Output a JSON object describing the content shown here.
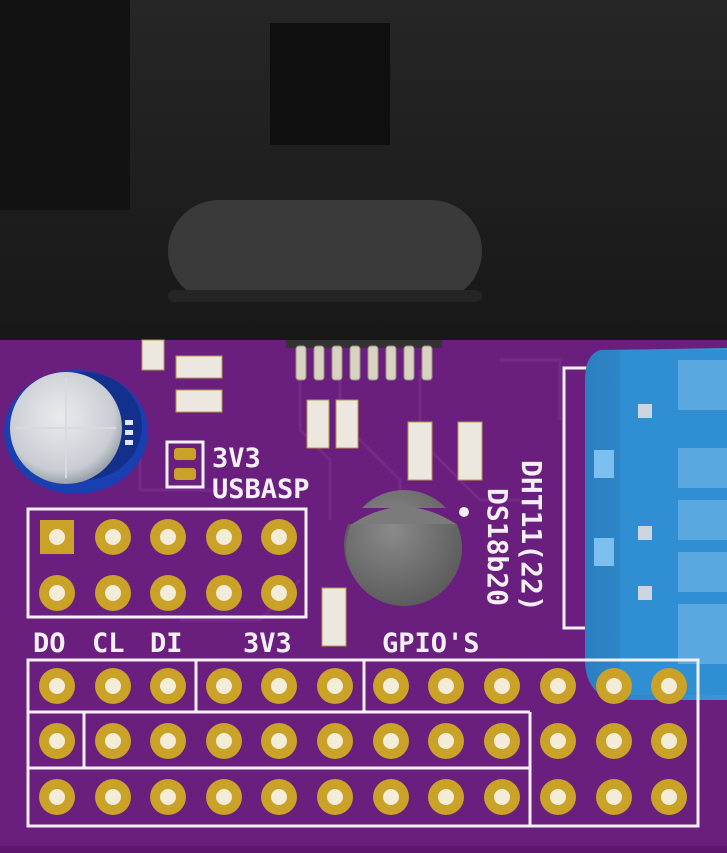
{
  "board": {
    "labels": {
      "jumper_3v3": "3V3",
      "jumper_usbasp": "USBASP",
      "do": "DO",
      "cl": "CL",
      "di": "DI",
      "rail_3v3": "3V3",
      "gpios": "GPIO'S",
      "dht": "DHT11(22)",
      "ds18b20": "DS18b20"
    }
  },
  "colors": {
    "pcb": "#6a1f7e",
    "silkscreen": "#f4f0f6",
    "pad_gold": "#c9a227",
    "module_black": "#1c1c1c",
    "sensor_blue": "#2d88c8",
    "capacitor_blue": "#1a3fb0"
  },
  "icons": {
    "usb_module": "usb-connector-module",
    "capacitor": "electrolytic-capacitor",
    "sensor_package": "to92-sensor",
    "dht_sensor": "dht-sensor-housing"
  }
}
